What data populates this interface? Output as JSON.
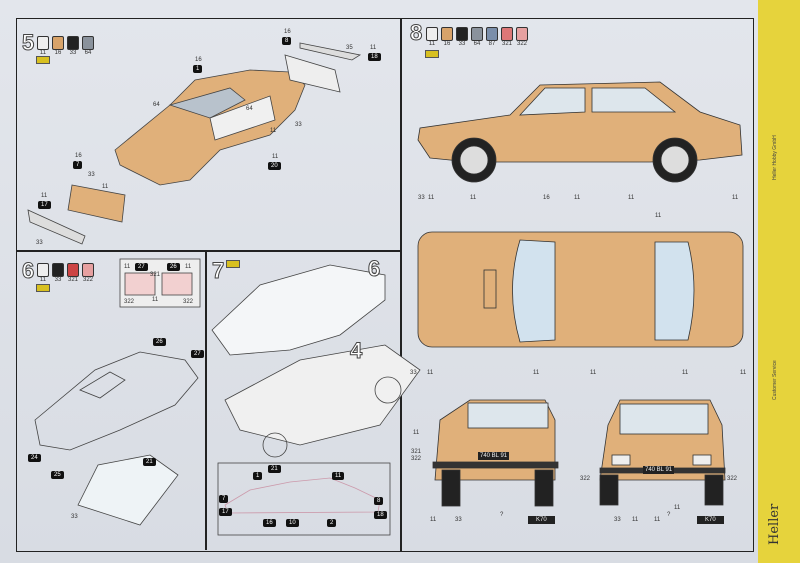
{
  "steps": [
    {
      "number": "5",
      "paints": [
        "11",
        "16",
        "33",
        "64"
      ],
      "parts": [
        {
          "id": "1",
          "paint": "16"
        },
        {
          "id": "8",
          "paint": "16"
        },
        {
          "id": "7",
          "paint": "16"
        },
        {
          "id": "17",
          "paint": "11"
        },
        {
          "id": "20",
          "paint": "11"
        },
        {
          "id": "18",
          "paint": "11"
        }
      ],
      "callouts": [
        "64",
        "64",
        "33",
        "11",
        "33",
        "11",
        "33",
        "35"
      ]
    },
    {
      "number": "6",
      "paints": [
        "11",
        "33",
        "321",
        "322"
      ],
      "parts": [
        "27",
        "26",
        "24",
        "25",
        "21"
      ],
      "inset_labels": [
        "11",
        "321",
        "11",
        "11",
        "322",
        "322"
      ],
      "callouts": [
        "33"
      ]
    },
    {
      "number": "7",
      "sub": [
        "6",
        "4"
      ],
      "parts": [
        "1",
        "21",
        "11",
        "7",
        "17",
        "8",
        "18",
        "16",
        "10",
        "2"
      ]
    },
    {
      "number": "8",
      "paints": [
        "11",
        "16",
        "33",
        "64",
        "87",
        "321",
        "322"
      ],
      "side_labels": [
        "33",
        "11",
        "11",
        "16",
        "11",
        "11",
        "11"
      ],
      "top_labels": [
        "11",
        "33",
        "11",
        "11",
        "11",
        "11",
        "11"
      ],
      "rear_labels": [
        "11",
        "321",
        "322",
        "11",
        "33"
      ],
      "front_labels": [
        "322",
        "33",
        "11",
        "11",
        "11",
        "322"
      ],
      "plate": "740 BL 91",
      "ref": "K70",
      "transfer": "?"
    }
  ],
  "colors": {
    "body": "#e0b07a",
    "glass": "#c8dbe8",
    "ink": "#222",
    "strip": "#e6d33c"
  },
  "brand": {
    "logo": "Heller",
    "headings": [
      "Customer Service",
      "Heller Hobby GmbH"
    ]
  }
}
